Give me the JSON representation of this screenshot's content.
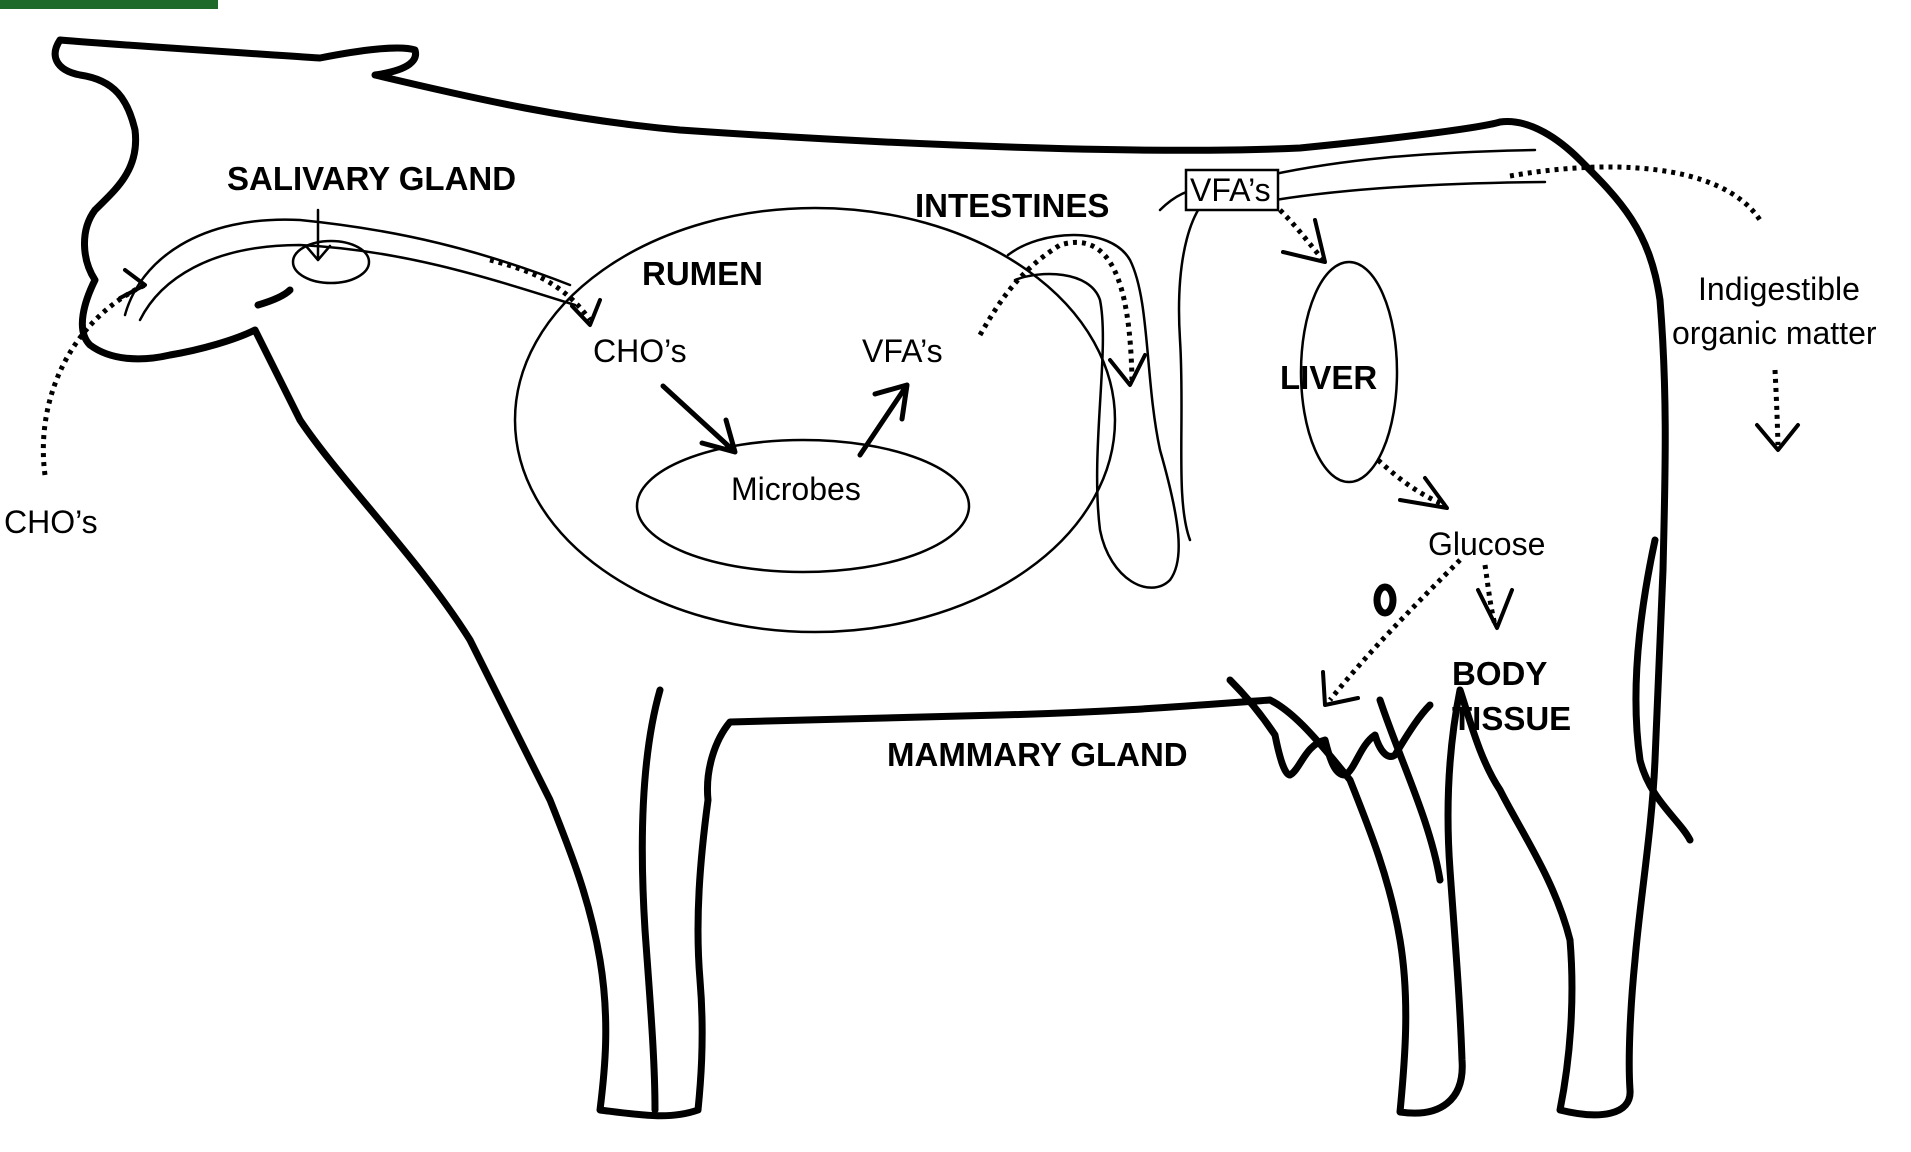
{
  "accent_color": "#1d6a2b",
  "labels": {
    "salivary_gland": "SALIVARY GLAND",
    "rumen": "RUMEN",
    "intestines": "INTESTINES",
    "liver": "LIVER",
    "mammary_gland": "MAMMARY GLAND",
    "body_tissue_line1": "BODY",
    "body_tissue_line2": "TISSUE",
    "cho_input": "CHO’s",
    "rumen_cho": "CHO’s",
    "rumen_vfa": "VFA’s",
    "microbes": "Microbes",
    "vfa_box": "VFA’s",
    "glucose": "Glucose",
    "indigestible_line1": "Indigestible",
    "indigestible_line2": "organic matter"
  }
}
